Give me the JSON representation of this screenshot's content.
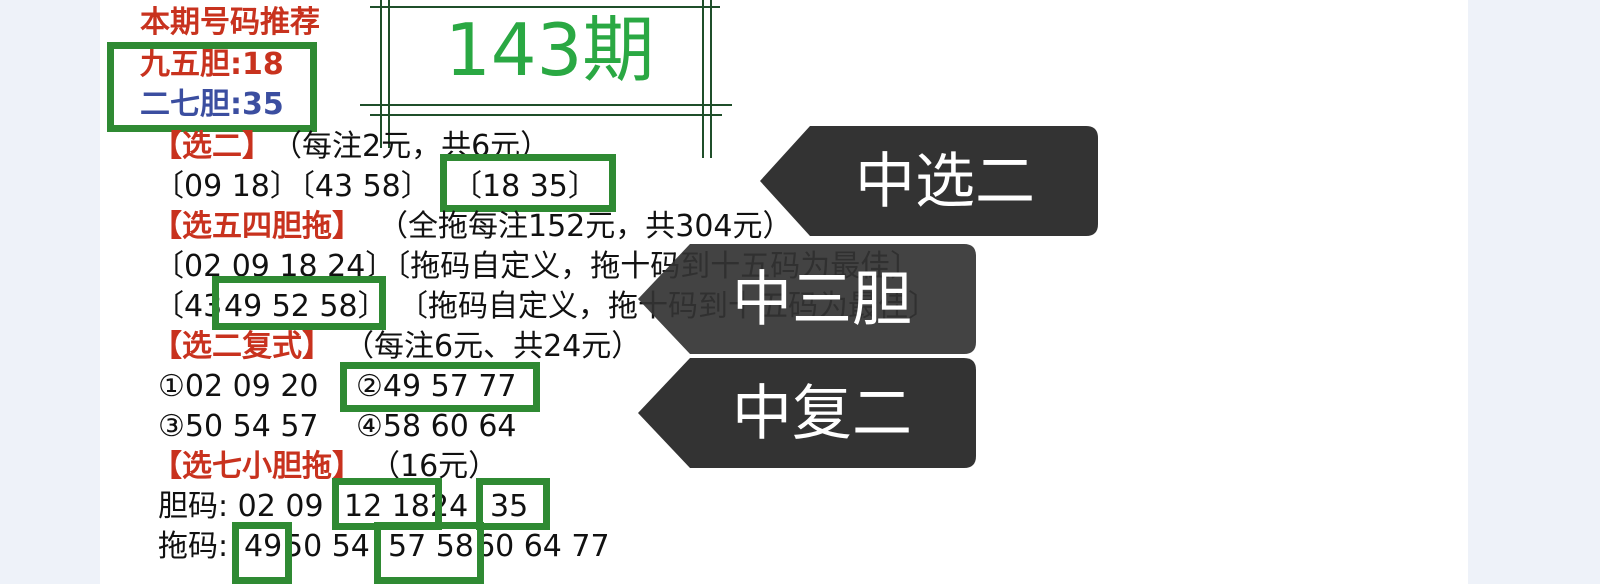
{
  "header": {
    "title": "本期号码推荐",
    "nine_five": "九五胆:18",
    "two_seven": "二七胆:35",
    "period": "143期"
  },
  "sections": {
    "pick2": {
      "title": "【选二】",
      "note": "（每注2元，共6元）",
      "line1_a": "〔09 18〕〔43 58〕",
      "line1_b": "〔18 35〕"
    },
    "pick5": {
      "title": "【选五四胆拖】",
      "note": "（全拖每注152元，共304元）",
      "line1": "〔02 09 18 24〕〔拖码自定义，拖十码到十五码为最佳〕",
      "line2_a": "〔43 ",
      "line2_b": "49 52 58〕",
      "line2_c": "〔拖码自定义，拖十码到十五码为最佳〕"
    },
    "pick2multi": {
      "title": "【选二复式】",
      "note": "（每注6元、共24元）",
      "g1": "①02 09 20",
      "g2": "②49 57 77",
      "g3": "③50 54 57",
      "g4": "④58 60 64"
    },
    "pick7": {
      "title": "【选七小胆拖】",
      "note": "（16元）",
      "dan_label": "胆码: 02 09 ",
      "dan_a": "12 18",
      "dan_b": " 24 ",
      "dan_c": "35",
      "tuo_label": "拖码:",
      "tuo_a": "49",
      "tuo_b": " 50 54 ",
      "tuo_c": "57 58",
      "tuo_d": " 60 64 77"
    }
  },
  "banners": {
    "hit_pick2": "中选二",
    "hit_three": "中三胆",
    "hit_multi": "中复二"
  },
  "colors": {
    "accent_red": "#c8321e",
    "accent_blue": "#3b4ea0",
    "highlight_green": "#2f8a33",
    "period_green": "#2aa843",
    "banner_bg": "#333333"
  }
}
